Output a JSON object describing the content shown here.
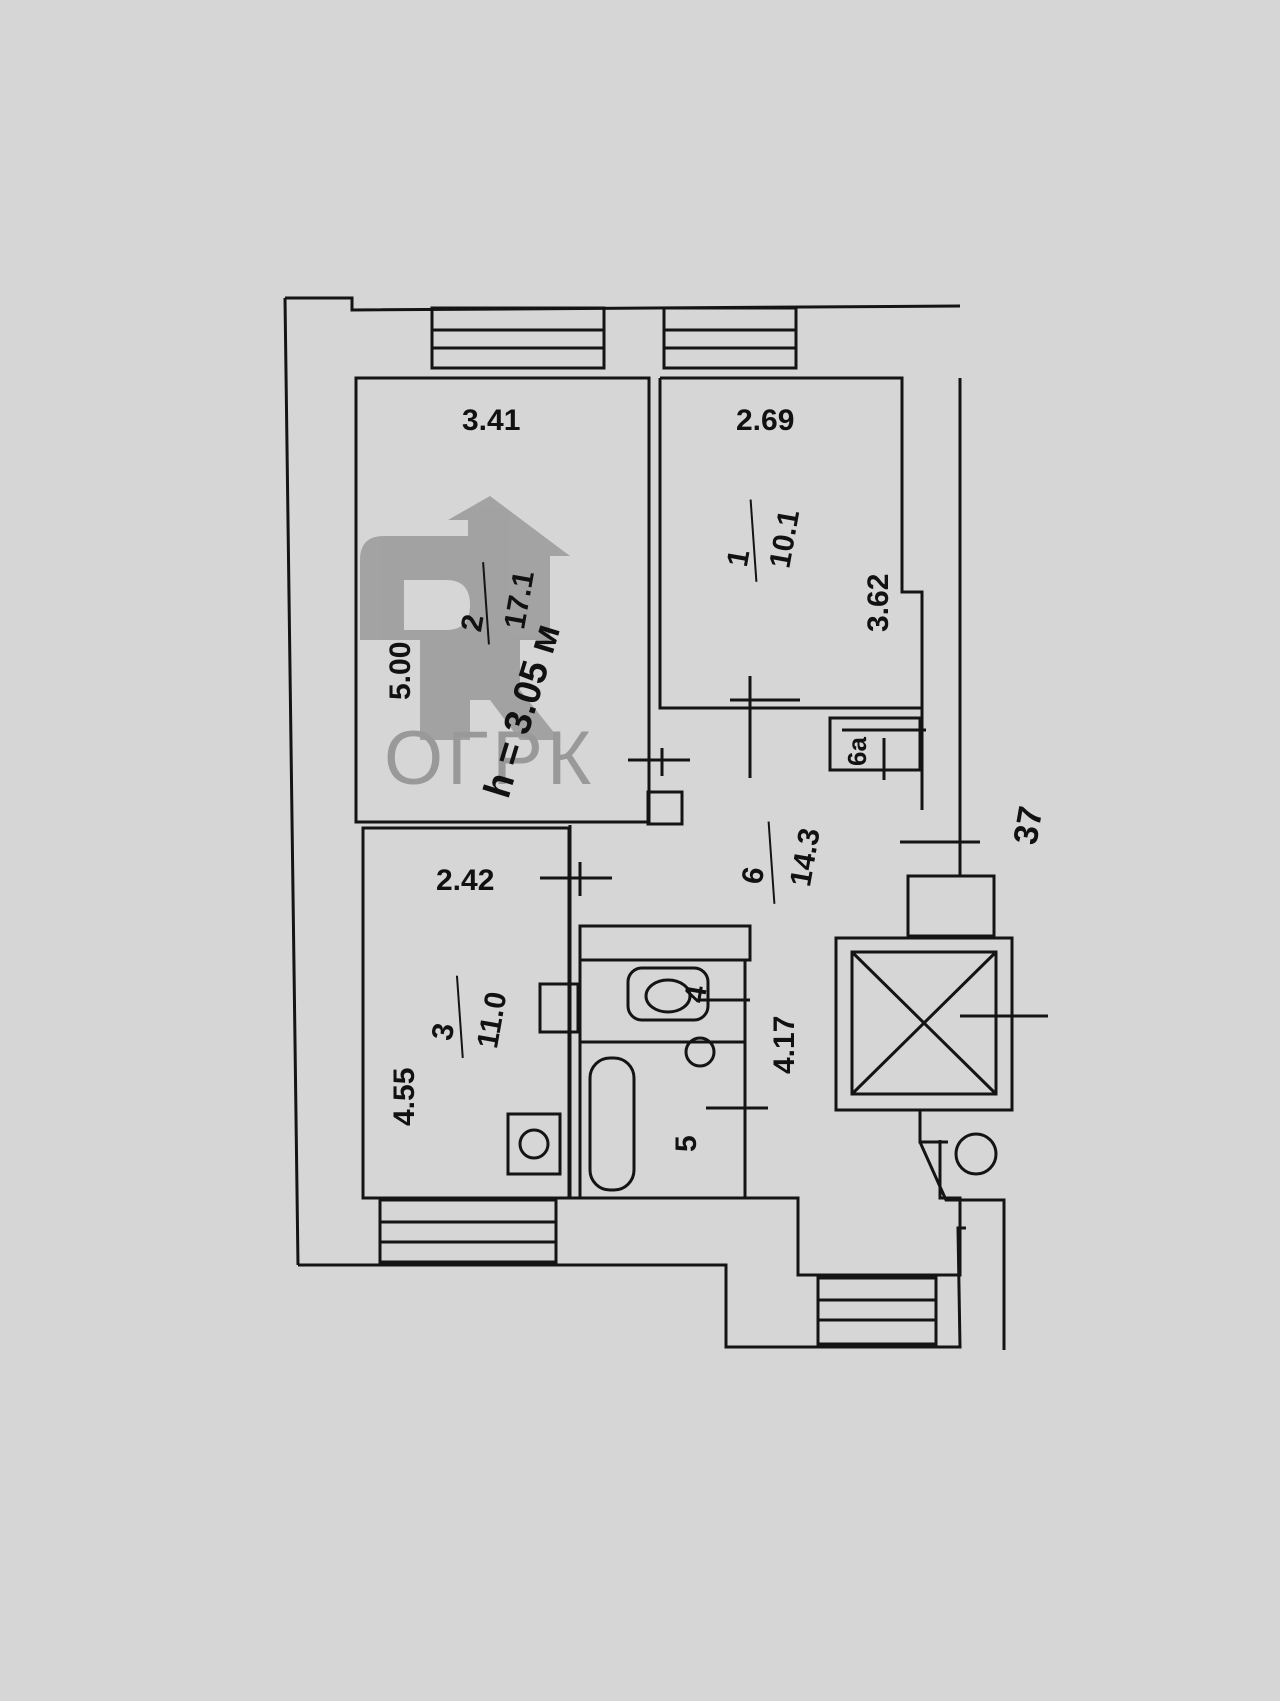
{
  "plan": {
    "ceiling_height": "h = 3.05 м",
    "corridor_label": "37",
    "rooms": [
      {
        "number": "1",
        "area": "10.1",
        "width": "2.69",
        "length": "3.62"
      },
      {
        "number": "2",
        "area": "17.1",
        "width": "3.41",
        "length": "5.00"
      },
      {
        "number": "3",
        "area": "11.0",
        "width": "2.42",
        "length": "4.55"
      },
      {
        "number": "4",
        "area": ""
      },
      {
        "number": "5",
        "area": ""
      },
      {
        "number": "6",
        "area": "14.3",
        "length": "4.17"
      },
      {
        "number": "6a",
        "area": ""
      }
    ]
  },
  "watermark": {
    "text": "ОГРК",
    "logo_letters": "РК"
  },
  "colors": {
    "paper": "#d6d6d6",
    "ink": "#141414",
    "watermark": "#8f8f8f"
  }
}
